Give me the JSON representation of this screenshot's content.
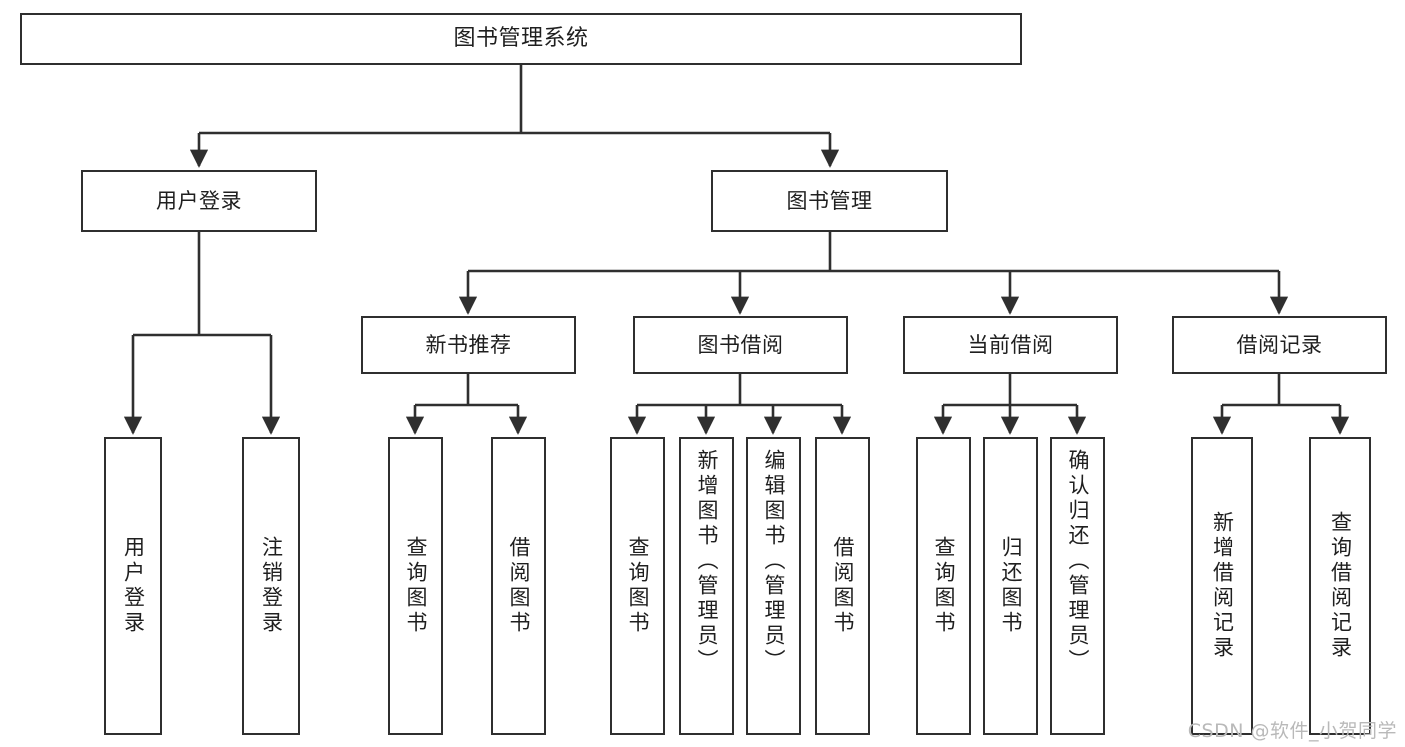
{
  "diagram": {
    "title": "图书管理系统",
    "watermark": "CSDN @软件_小贺同学",
    "type": "tree",
    "orientation": "top-down",
    "style": {
      "background": "#ffffff",
      "box_border": "#2f2f2f",
      "box_fill": "#ffffff",
      "text_color": "#1f1f1f",
      "connector": "#2f2f2f",
      "watermark_color": "#b9b9b9"
    },
    "root": {
      "label": "图书管理系统"
    },
    "level2": [
      {
        "label": "用户登录"
      },
      {
        "label": "图书管理"
      }
    ],
    "level3": [
      {
        "label": "新书推荐"
      },
      {
        "label": "图书借阅"
      },
      {
        "label": "当前借阅"
      },
      {
        "label": "借阅记录"
      }
    ],
    "leaves": {
      "user_login": [
        {
          "label": "用户登录"
        },
        {
          "label": "注销登录"
        }
      ],
      "new_book_recommend": [
        {
          "label": "查询图书"
        },
        {
          "label": "借阅图书"
        }
      ],
      "book_borrow": [
        {
          "label": "查询图书"
        },
        {
          "label": "新增图书（管理员）"
        },
        {
          "label": "编辑图书（管理员）"
        },
        {
          "label": "借阅图书"
        }
      ],
      "current_borrow": [
        {
          "label": "查询图书"
        },
        {
          "label": "归还图书"
        },
        {
          "label": "确认归还（管理员）"
        }
      ],
      "borrow_record": [
        {
          "label": "新增借阅记录"
        },
        {
          "label": "查询借阅记录"
        }
      ]
    }
  }
}
